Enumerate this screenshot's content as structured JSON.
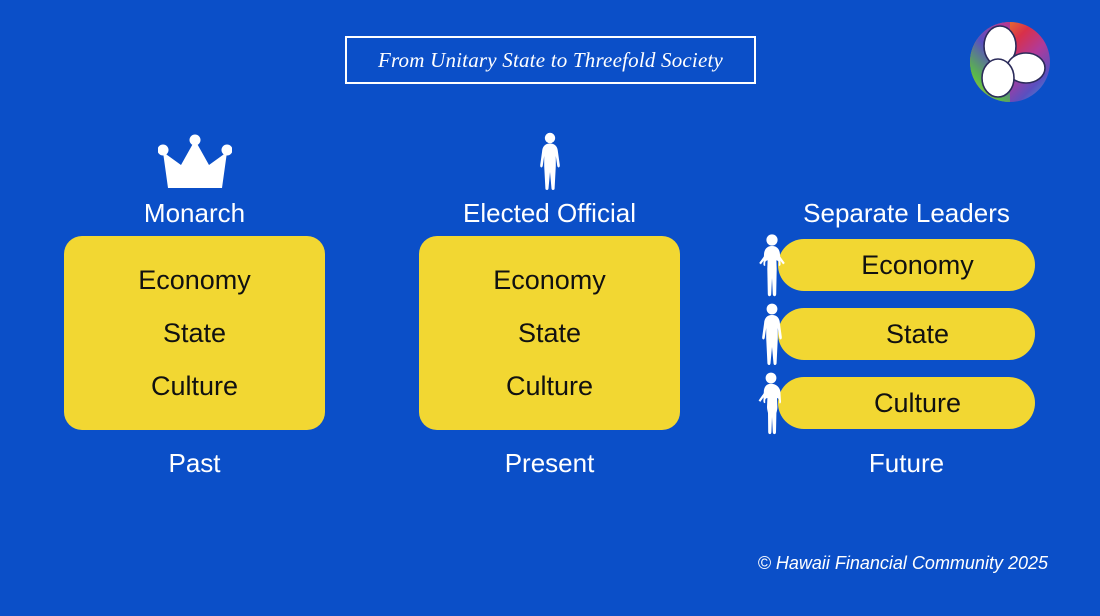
{
  "slide": {
    "background_color": "#0B4FC8",
    "accent_color": "#F2D732",
    "title": "From Unitary State to Threefold Society",
    "footer": "© Hawaii Financial Community 2025"
  },
  "logo": {
    "name": "threefold-rainbow-logo",
    "colors": [
      "#e8c33a",
      "#e8792a",
      "#d8304a",
      "#b03a9a",
      "#5a4fc0",
      "#3f9bd8",
      "#5ab84a",
      "#b9cf3e"
    ]
  },
  "columns": [
    {
      "id": "past",
      "icon": "crown-icon",
      "header": "Monarch",
      "footer": "Past",
      "layout": "unified",
      "items": [
        "Economy",
        "State",
        "Culture"
      ]
    },
    {
      "id": "present",
      "icon": "person-standing-icon",
      "header": "Elected Official",
      "footer": "Present",
      "layout": "unified",
      "items": [
        "Economy",
        "State",
        "Culture"
      ]
    },
    {
      "id": "future",
      "icon": "",
      "header": "Separate Leaders",
      "footer": "Future",
      "layout": "split",
      "items": [
        "Economy",
        "State",
        "Culture"
      ],
      "item_icons": [
        "person-hands-on-hips-icon",
        "person-arms-down-icon",
        "person-one-hand-on-hip-icon"
      ]
    }
  ]
}
